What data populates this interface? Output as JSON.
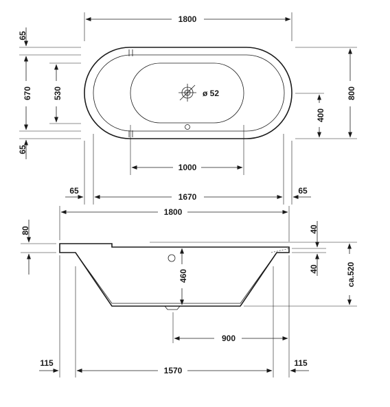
{
  "top_view": {
    "width_total": "1800",
    "height_total": "800",
    "inner_length": "1670",
    "inner_height": "670",
    "basin_height": "530",
    "basin_length": "1000",
    "rim_top": "65",
    "rim_bottom": "65",
    "rim_left": "65",
    "rim_right": "65",
    "drain_to_edge": "400",
    "drain_diameter": "ø 52"
  },
  "side_view": {
    "length_total": "1800",
    "rim_height": "80",
    "edge_top": "40",
    "edge_bottom": "40",
    "inner_depth": "460",
    "total_height": "ca.520",
    "drain_offset": "900",
    "base_length": "1570",
    "overhang_left": "115",
    "overhang_right": "115"
  }
}
